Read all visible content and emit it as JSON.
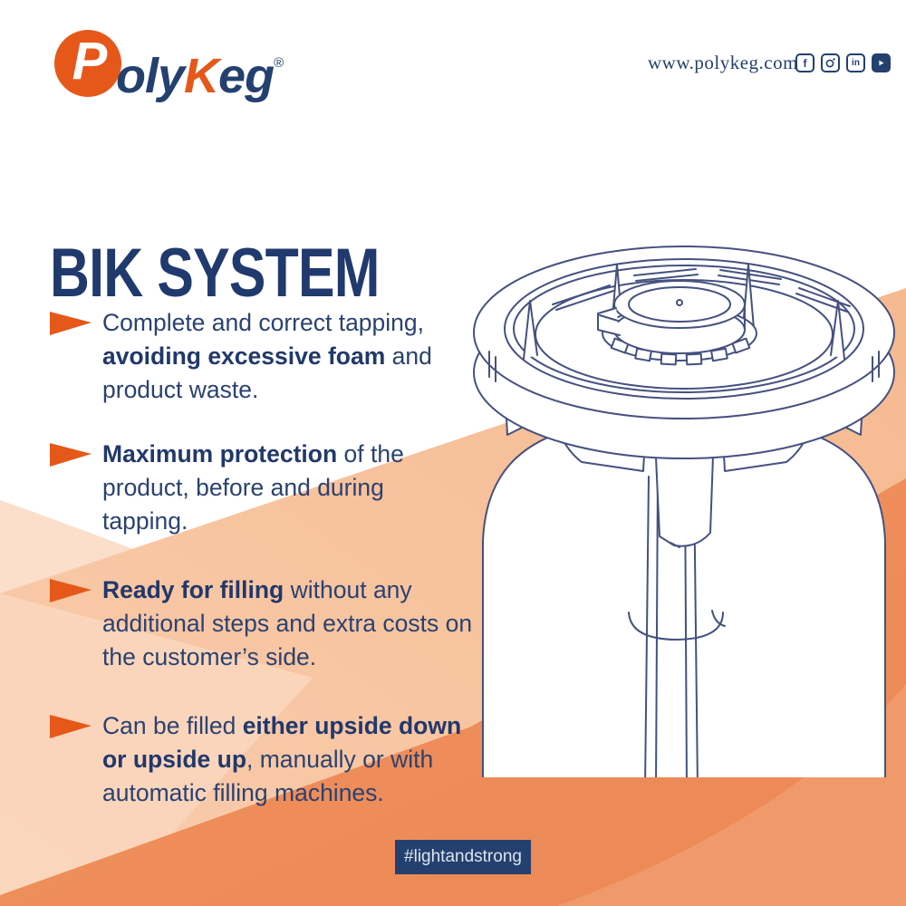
{
  "brand": {
    "logo_p": "P",
    "logo_part1": "oly",
    "logo_accent": "K",
    "logo_part2": "eg",
    "registered": "®"
  },
  "header": {
    "website": "www.polykeg.com",
    "social_icons": [
      "facebook",
      "instagram",
      "linkedin",
      "youtube"
    ]
  },
  "title": "BIK SYSTEM",
  "bullets": [
    {
      "segments": [
        {
          "t": "Complete and correct tapping, ",
          "b": false
        },
        {
          "t": "avoiding excessive foam",
          "b": true
        },
        {
          "t": " and product waste.",
          "b": false
        }
      ]
    },
    {
      "segments": [
        {
          "t": "Maximum protection",
          "b": true
        },
        {
          "t": " of the product, before and during tapping.",
          "b": false
        }
      ]
    },
    {
      "segments": [
        {
          "t": "Ready for filling",
          "b": true
        },
        {
          "t": " without any additional steps and extra costs on the customer’s side.",
          "b": false
        }
      ]
    },
    {
      "segments": [
        {
          "t": "Can be filled ",
          "b": false
        },
        {
          "t": "either upside down or upside up",
          "b": true
        },
        {
          "t": ", manually or with automatic filling machines.",
          "b": false
        }
      ]
    }
  ],
  "hashtag": "#lightandstrong",
  "illustration": "keg-top-line-drawing",
  "colors": {
    "navy": "#24406E",
    "navy_dark": "#203A6E",
    "orange": "#E5581A",
    "line": "#45517F",
    "peach1": "#FBDFCB",
    "peach2": "#F8C9A9",
    "peach3": "#F5B98F",
    "peach_light": "#FAD7BE",
    "orange_solid": "#ED8A57",
    "orange_band": "#F0996B",
    "badge_text": "#DCE4F1"
  }
}
